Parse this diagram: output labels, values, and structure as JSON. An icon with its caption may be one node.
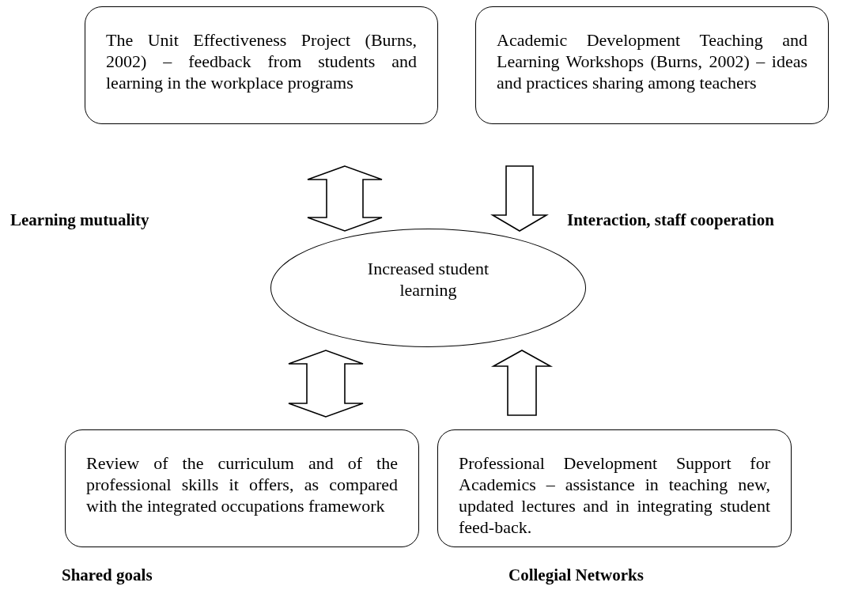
{
  "diagram": {
    "nodes": [
      {
        "text": [
          "The Unit Effectiveness Project (Burns, 2002) – feedback from students and learning in the workplace programs"
        ]
      },
      {
        "text": [
          "Academic Development Teaching and Learning Workshops (Burns, 2002) – ideas and practices sharing among teachers"
        ]
      },
      {
        "text": [
          "Increased student learning"
        ]
      },
      {
        "text": [
          "Review of the curriculum and of the professional skills it offers, as compared with the integrated occupations framework"
        ]
      },
      {
        "text": [
          "Professional Development Support for Academics – assistance in teaching new, updated lectures and in integrating student feed-back."
        ]
      }
    ],
    "edges": [
      {
        "from": 0,
        "to": 2,
        "arrow": "both"
      },
      {
        "from": 1,
        "to": 2,
        "arrow": "to"
      },
      {
        "from": 3,
        "to": 2,
        "arrow": "both"
      },
      {
        "from": 4,
        "to": 2,
        "arrow": "to"
      }
    ],
    "labels": [
      "Learning mutuality",
      "Interaction, staff cooperation",
      "Shared goals",
      "Collegial Networks"
    ]
  }
}
